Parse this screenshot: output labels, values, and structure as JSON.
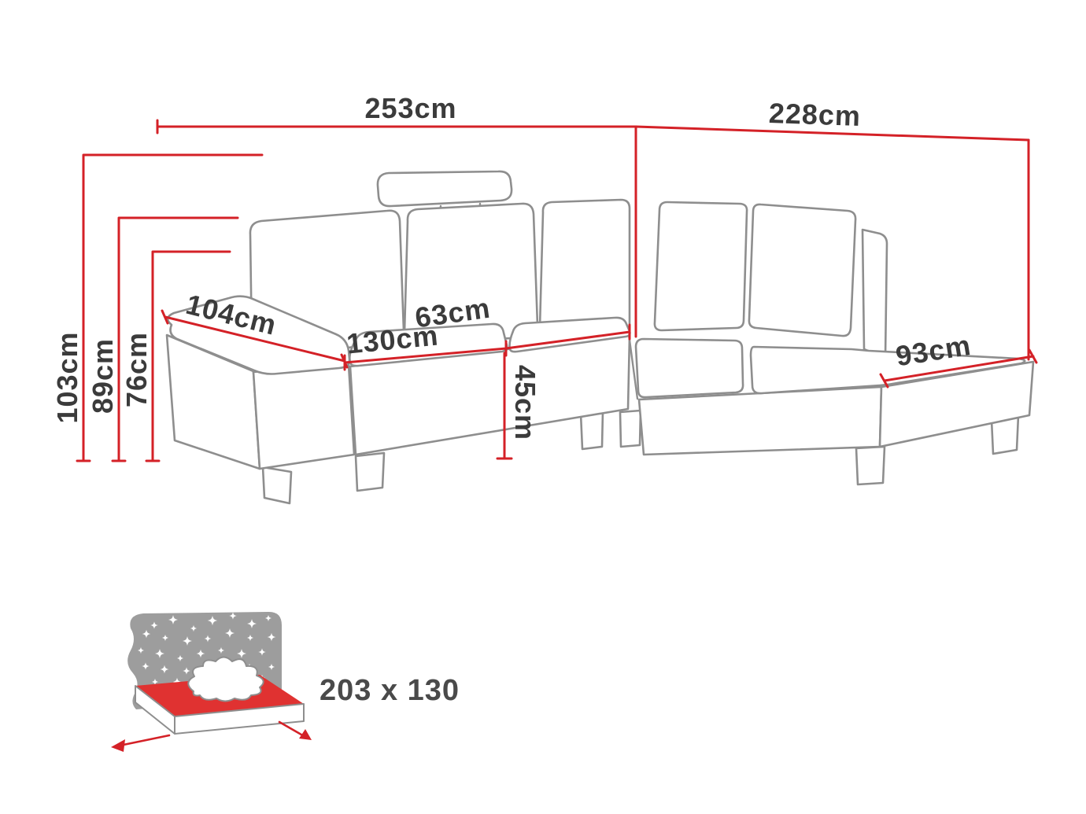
{
  "diagram": {
    "dimensions": {
      "total_width": "253cm",
      "side_width": "228cm",
      "height_total": "103cm",
      "height_backrest": "89cm",
      "height_armrest": "76cm",
      "armrest_length": "104cm",
      "seat_front_width": "130cm",
      "seat_depth": "63cm",
      "seat_height": "45cm",
      "chaise_width": "93cm"
    },
    "sleeping_function": {
      "bed_size": "203 x 130",
      "icon": "bed-with-stars-icon"
    },
    "colors": {
      "dimension_red": "#d42127",
      "sofa_outline_gray": "#8e8e8e",
      "label_text": "#3b3b3b",
      "icon_gray": "#9d9d9d",
      "icon_red": "#e03231"
    }
  }
}
